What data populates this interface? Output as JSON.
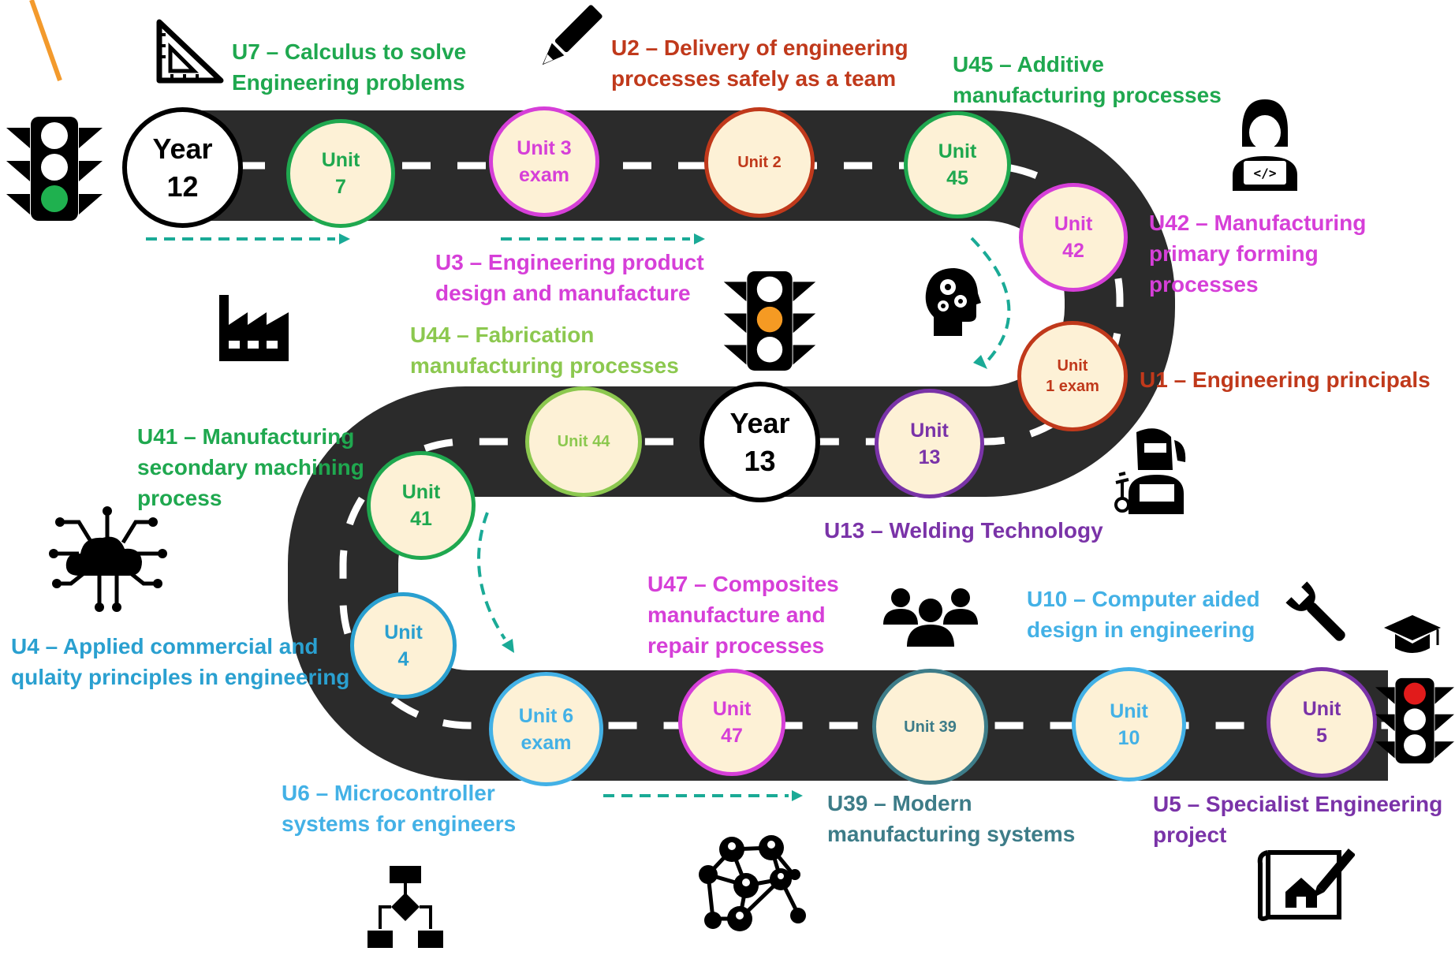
{
  "colors": {
    "road": "#2b2b2b",
    "dash": "#ffffff",
    "arrow": "#1aaa96",
    "green": "#1fa84f",
    "magenta": "#d63fd8",
    "red": "#c0391b",
    "purple": "#7a33a8",
    "blue": "#2aa0d0",
    "lightblue": "#43b1e6",
    "teal": "#3d7c88",
    "lightgreen": "#8cc84f",
    "node_fill": "#fdf1d6"
  },
  "years": {
    "year12": "Year\n12",
    "year13": "Year\n13"
  },
  "nodes": {
    "u7": "Unit\n7",
    "u3": "Unit 3\nexam",
    "u2": "Unit 2",
    "u45": "Unit\n45",
    "u42": "Unit\n42",
    "u1": "Unit\n1 exam",
    "u13": "Unit\n13",
    "u44": "Unit 44",
    "u41": "Unit\n41",
    "u4": "Unit\n4",
    "u6": "Unit 6\nexam",
    "u47": "Unit\n47",
    "u39": "Unit 39",
    "u10": "Unit\n10",
    "u5": "Unit\n5"
  },
  "labels": {
    "u7": "U7 – Calculus to solve\nEngineering problems",
    "u2": "U2 – Delivery of engineering\nprocesses safely as a team",
    "u45": "U45 – Additive\nmanufacturing processes",
    "u42": "U42 – Manufacturing\nprimary forming\nprocesses",
    "u3": "U3 – Engineering product\ndesign and manufacture",
    "u44": "U44 – Fabrication\nmanufacturing processes",
    "u1": "U1 – Engineering principals",
    "u41": "U41 – Manufacturing\nsecondary machining\nprocess",
    "u13": "U13 – Welding Technology",
    "u47": "U47 – Composites\nmanufacture and\nrepair processes",
    "u10": "U10 – Computer aided\ndesign in engineering",
    "u4": "U4 – Applied commercial and\nqulaity principles in engineering",
    "u6": "U6 – Microcontroller\nsystems for engineers",
    "u39": "U39 – Modern\nmanufacturing systems",
    "u5": "U5 – Specialist Engineering\nproject"
  },
  "icons": {
    "traffic_light_start": "traffic-light-green-icon",
    "traffic_light_middle": "traffic-light-amber-icon",
    "traffic_light_end": "traffic-light-red-icon",
    "set_square": "set-square-icon",
    "pencil": "pencil-icon",
    "coder": "coder-icon",
    "factory": "factory-icon",
    "brain_gears": "brain-gears-icon",
    "welder": "welder-icon",
    "cloud_network": "cloud-network-icon",
    "team": "team-icon",
    "wrench": "wrench-icon",
    "graduation_cap": "graduation-cap-icon",
    "flowchart": "flowchart-icon",
    "network": "network-icon",
    "blueprint": "blueprint-icon"
  }
}
